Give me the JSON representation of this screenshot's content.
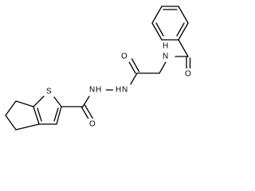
{
  "molecule": {
    "atoms": {
      "nh_amide": {
        "label": "N",
        "sub": "H"
      },
      "o_benzoyl": {
        "label": "O"
      },
      "o_glycyl": {
        "label": "O"
      },
      "nh_hydrazide_1": {
        "label": "N",
        "sub": "H"
      },
      "nh_hydrazide_2": {
        "label": "N",
        "sub": "H"
      },
      "s_thiophene": {
        "label": "S"
      },
      "o_thiophene_carbonyl": {
        "label": "O"
      }
    }
  },
  "colors": {
    "bond": "#000000",
    "label": "#000000",
    "background": "#ffffff"
  }
}
